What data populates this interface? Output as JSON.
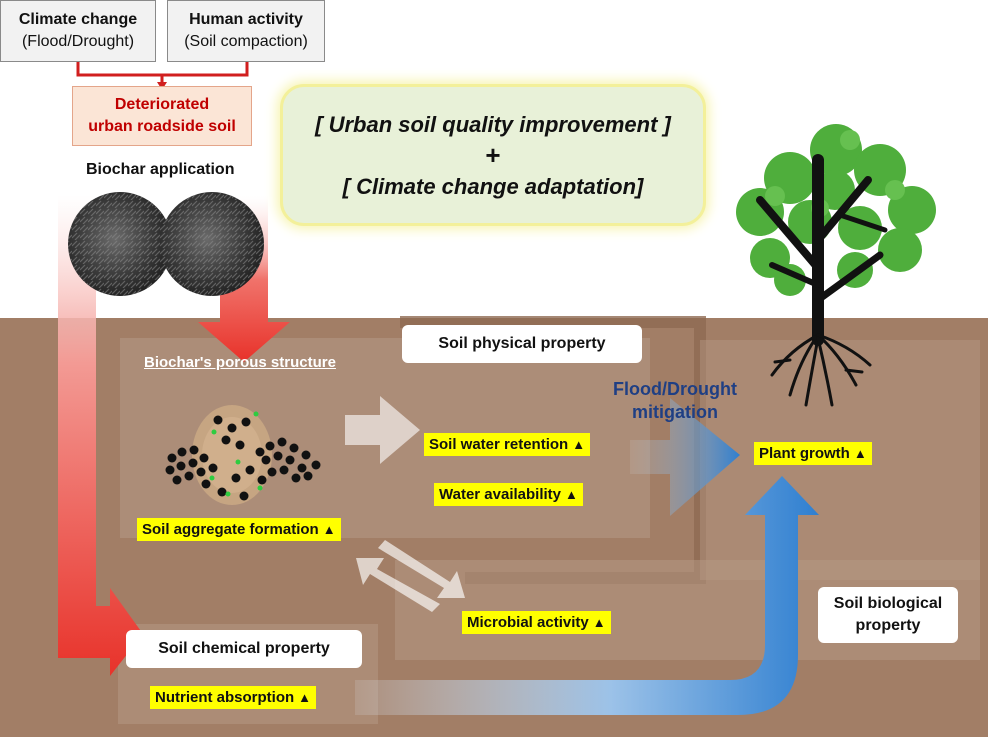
{
  "inputs": {
    "climate": {
      "title": "Climate change",
      "sub": "(Flood/Drought)"
    },
    "human": {
      "title": "Human activity",
      "sub": "(Soil compaction)"
    }
  },
  "deteriorated": {
    "line1": "Deteriorated",
    "line2": "urban roadside soil"
  },
  "biochar_application": "Biochar application",
  "goal": {
    "line1": "[ Urban soil quality improvement ]",
    "plus": "+",
    "line2": "[ Climate change adaptation]"
  },
  "porous_structure": "Biochar's porous structure",
  "physical_property": "Soil physical property",
  "chemical_property": "Soil chemical property",
  "biological_property": {
    "line1": "Soil biological",
    "line2": "property"
  },
  "mitigation": {
    "line1": "Flood/Drought",
    "line2": "mitigation"
  },
  "effects": {
    "water_retention": "Soil water retention",
    "water_availability": "Water availability",
    "aggregate_formation": "Soil aggregate formation",
    "microbial_activity": "Microbial activity",
    "nutrient_absorption": "Nutrient absorption",
    "plant_growth": "Plant growth",
    "increase_marker": "▲"
  },
  "colors": {
    "soil": "#a27e66",
    "deteriorated_text": "#c00000",
    "highlight": "#ffff00",
    "mitigation_text": "#1f3f84",
    "red_arrow": "#e8322a",
    "blue_arrow": "#2f7fd0"
  }
}
